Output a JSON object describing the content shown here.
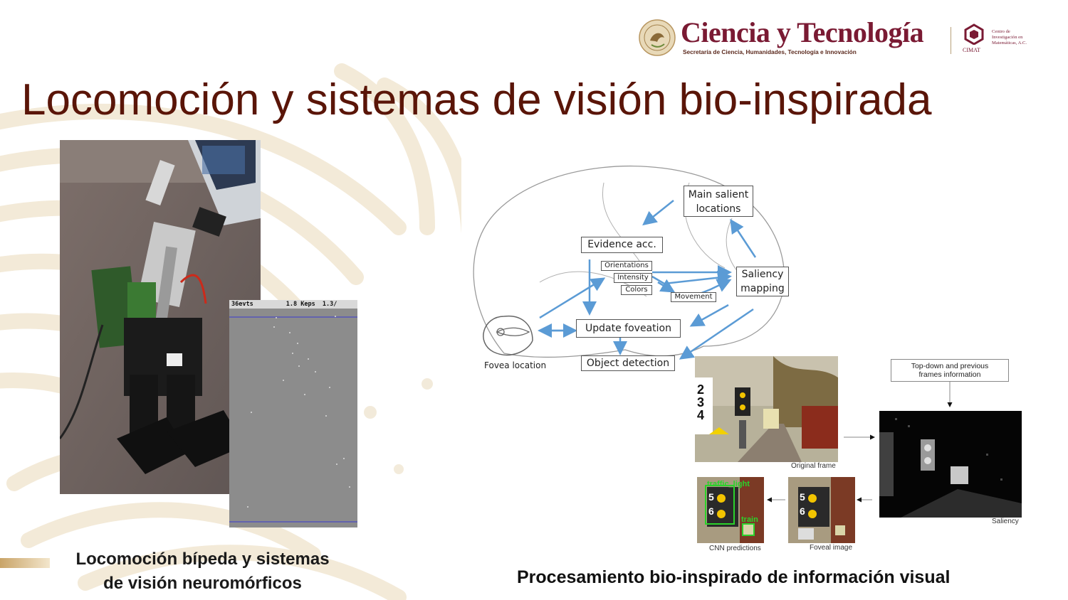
{
  "header": {
    "brand_title": "Ciencia y Tecnología",
    "brand_subtitle": "Secretaría de Ciencia, Humanidades, Tecnología e Innovación",
    "cimat_label": "CIMAT",
    "cimat_name_line1": "Centro de",
    "cimat_name_line2": "Investigación en",
    "cimat_name_line3": "Matemáticas, A.C."
  },
  "slide": {
    "title": "Locomoción y sistemas de visión bio-inspirada"
  },
  "left": {
    "dvs_header": "36evts         1.8 Keps  1.3/",
    "caption_line1": "Locomoción bípeda y sistemas",
    "caption_line2": "de visión neuromórficos"
  },
  "brain_diagram": {
    "main_salient": "Main salient",
    "main_salient_2": "locations",
    "evidence": "Evidence acc.",
    "orientations": "Orientations",
    "intensity": "Intensity",
    "colors": "Colors",
    "movement": "Movement",
    "saliency_1": "Saliency",
    "saliency_2": "mapping",
    "update_foveation": "Update foveation",
    "object_detection": "Object detection",
    "fovea_location": "Fovea location"
  },
  "pipeline": {
    "topdown_1": "Top-down and previous",
    "topdown_2": "frames information",
    "original_frame": "Original frame",
    "saliency": "Saliency",
    "foveal_image": "Foveal image",
    "cnn_predictions": "CNN predictions",
    "detection_traffic": "traffic_light",
    "detection_train": "train",
    "sign_234": [
      "2",
      "3",
      "4"
    ],
    "sign_56": [
      "5",
      "6"
    ]
  },
  "right": {
    "caption": "Procesamiento bio-inspirado de información visual"
  },
  "colors": {
    "title": "#5a1508",
    "brand": "#7a1a33",
    "arrow": "#5b9bd5",
    "pattern": "#efe3cc"
  }
}
